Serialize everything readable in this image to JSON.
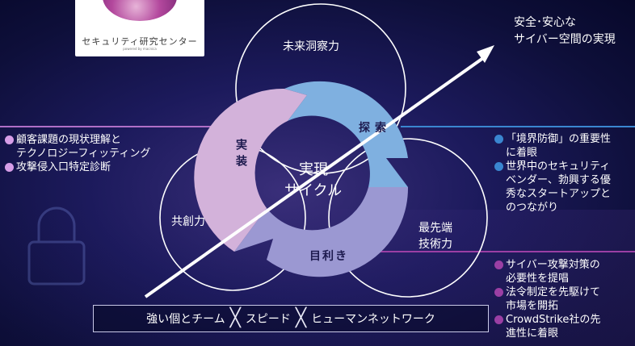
{
  "colors": {
    "explore": "#7fb0e0",
    "judge": "#9b98d2",
    "implement": "#d3b2da",
    "bullet_blue": "#3a86d0",
    "bullet_purple": "#9b3fa4",
    "bullet_pink": "#d79ee8"
  },
  "logo": {
    "title": "セキュリティ研究センター",
    "subtitle": "powered by macnica"
  },
  "cycle": {
    "center": "実現サイクル",
    "center_line1": "実現",
    "center_line2": "サイクル",
    "explore": "探索",
    "judge": "目利き",
    "implement": "実装"
  },
  "capabilities": {
    "future": "未来洞察力",
    "cocreation": "共創力",
    "tech_line1": "最先端",
    "tech_line2": "技術力"
  },
  "goal": {
    "line1": "安全･安心な",
    "line2": "サイバー空間の実現"
  },
  "left_list": [
    "顧客課題の現状理解と",
    "テクノロジーフィッティング",
    "攻撃侵入口特定診断"
  ],
  "right_top_list": [
    {
      "line1": "「境界防御」の重要性",
      "line2": "に着眼"
    },
    {
      "line1": "世界中のセキュリティ",
      "line2": "ベンダー、勃興する優",
      "line3": "秀なスタートアップと",
      "line4": "のつながり"
    }
  ],
  "right_bottom_list": [
    {
      "line1": "サイバー攻撃対策の",
      "line2": "必要性を提唱"
    },
    {
      "line1": "法令制定を先駆けて",
      "line2": "市場を開拓"
    },
    {
      "line1": "CrowdStrike社の先",
      "line2": "進性に着眼"
    }
  ],
  "slogan": {
    "part1": "強い個とチーム",
    "part2": "スピード",
    "part3": "ヒューマンネットワーク",
    "separator": "╳"
  }
}
